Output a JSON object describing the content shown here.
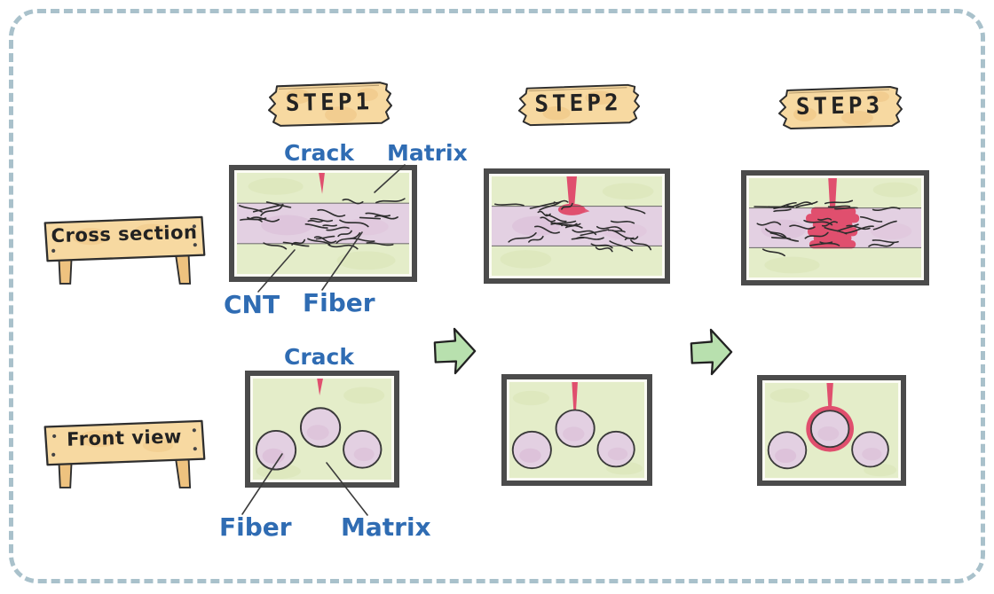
{
  "steps": [
    {
      "label": "STEP1"
    },
    {
      "label": "STEP2"
    },
    {
      "label": "STEP3"
    }
  ],
  "row_labels": {
    "cross_section": "Cross section",
    "front_view": "Front view"
  },
  "annotations": {
    "crack": "Crack",
    "matrix": "Matrix",
    "cnt": "CNT",
    "fiber": "Fiber"
  },
  "colors": {
    "matrix_green": "#e4edc9",
    "fiber_purple": "#e3d0e2",
    "crack_red": "#e04f6e",
    "panel_border": "#4b4b4b",
    "wood_tan": "#f7d9a1",
    "wood_dark": "#eec27f",
    "arrow_green": "#b8e0ae",
    "label_blue": "#2f6cb3",
    "ink": "#2e2e2e",
    "frame_dash": "#a9c1cb"
  }
}
